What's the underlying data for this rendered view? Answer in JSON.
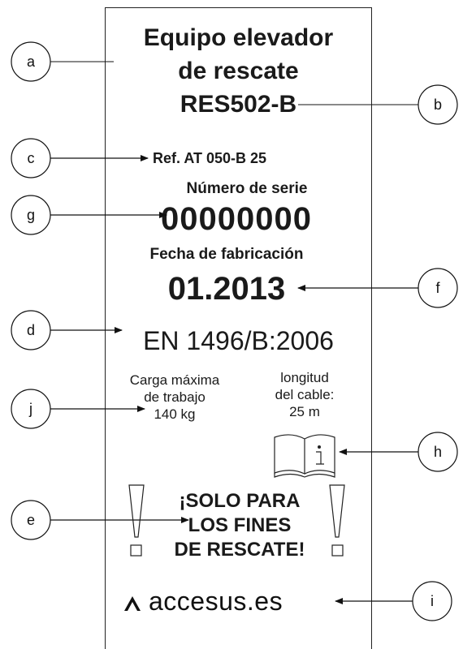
{
  "label": {
    "title_lines": [
      "Equipo elevador",
      "de rescate",
      "RES502-B"
    ],
    "reference": "Ref. AT 050-B 25",
    "serial_label": "Número de serie",
    "serial_number": "00000000",
    "manufacture_label": "Fecha de fabricación",
    "manufacture_date": "01.2013",
    "standard": "EN 1496/B:2006",
    "max_load_lines": [
      "Carga máxima",
      "de trabajo",
      "140 kg"
    ],
    "cable_length_lines": [
      "longitud",
      "del cable:",
      "25 m"
    ],
    "warning_lines": [
      "¡SOLO PARA",
      "LOS FINES",
      "DE RESCATE!"
    ],
    "logo_text": "accesus.es",
    "info_icon": "manual-info-icon",
    "warning_icon": "exclamation-icon"
  },
  "callouts": {
    "a": "a",
    "b": "b",
    "c": "c",
    "d": "d",
    "e": "e",
    "f": "f",
    "g": "g",
    "h": "h",
    "i": "i",
    "j": "j"
  }
}
